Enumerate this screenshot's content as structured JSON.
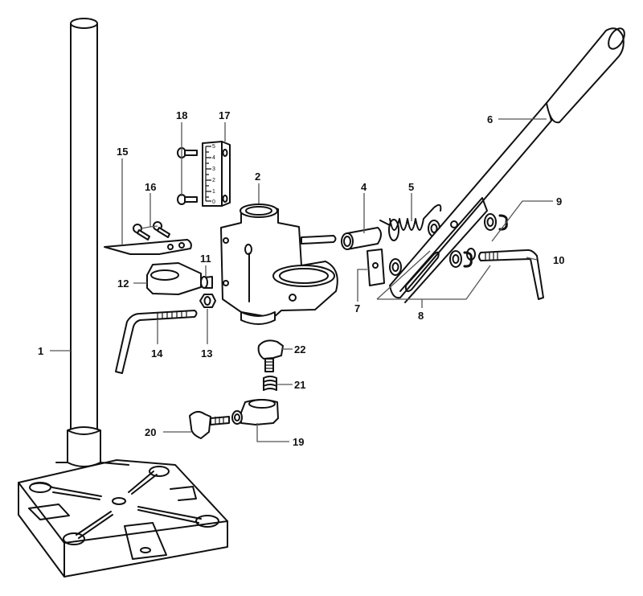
{
  "diagram": {
    "title": "Drill stand exploded parts view",
    "callouts": [
      {
        "id": "1",
        "part": "column"
      },
      {
        "id": "2",
        "part": "carriage-housing"
      },
      {
        "id": "4",
        "part": "sleeve"
      },
      {
        "id": "5",
        "part": "return-spring"
      },
      {
        "id": "6",
        "part": "lever-handle"
      },
      {
        "id": "7",
        "part": "square-nut-plate"
      },
      {
        "id": "8",
        "part": "washers"
      },
      {
        "id": "9",
        "part": "circlips"
      },
      {
        "id": "10",
        "part": "locking-lever"
      },
      {
        "id": "11",
        "part": "pin"
      },
      {
        "id": "12",
        "part": "depth-stop-collar"
      },
      {
        "id": "13",
        "part": "hex-nut"
      },
      {
        "id": "14",
        "part": "clamping-lever"
      },
      {
        "id": "15",
        "part": "pointer"
      },
      {
        "id": "16",
        "part": "pointer-screws"
      },
      {
        "id": "17",
        "part": "depth-scale"
      },
      {
        "id": "18",
        "part": "scale-screws"
      },
      {
        "id": "19",
        "part": "clamp-collar"
      },
      {
        "id": "20",
        "part": "star-knob"
      },
      {
        "id": "21",
        "part": "spring"
      },
      {
        "id": "22",
        "part": "star-knob-screw"
      }
    ],
    "scale_ticks": [
      "5",
      "4",
      "3",
      "2",
      "1",
      "0"
    ]
  }
}
